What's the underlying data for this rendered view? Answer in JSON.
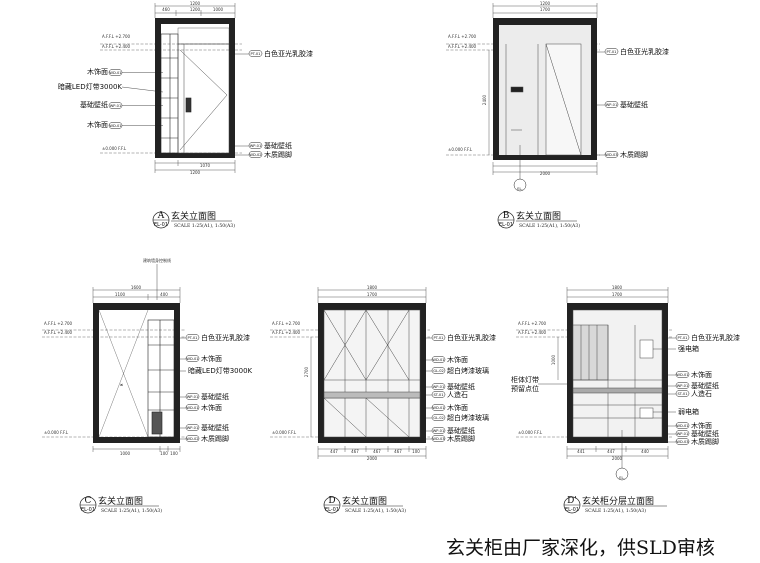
{
  "drawings": [
    {
      "id": "A",
      "letter": "A",
      "sheet": "EL-01",
      "title": "玄关立面图",
      "scale": "SCALE 1:25(A1), 1:50(A3)",
      "top_dims": [
        "1200",
        "1200",
        "460",
        "1000"
      ],
      "bottom_dims": [
        "1070",
        "1200"
      ],
      "levels": [
        "A.F.F.L +2.700",
        "A.F.F.L +2.400",
        "±0.000 F.F.L"
      ],
      "callouts": [
        {
          "tag": "PT-01",
          "text": "白色亚光乳胶漆"
        },
        {
          "tag": "WD-01",
          "text": "木饰面"
        },
        {
          "tag": "",
          "text": "暗藏LED灯带3000K"
        },
        {
          "tag": "WP-01",
          "text": "基础壁纸"
        },
        {
          "tag": "WD-01",
          "text": "木饰面"
        },
        {
          "tag": "WP-01",
          "text": "基础壁纸"
        },
        {
          "tag": "WD-02",
          "text": "木质踢脚"
        }
      ]
    },
    {
      "id": "B",
      "letter": "B",
      "sheet": "EL-01",
      "title": "玄关立面图",
      "scale": "SCALE 1:25(A1), 1:50(A3)",
      "top_dims": [
        "1200",
        "1700"
      ],
      "bottom_dims": [
        "2000"
      ],
      "side_dim": "2400",
      "levels": [
        "A.F.F.L +2.700",
        "A.F.F.L +2.400",
        "±0.000 F.F.L"
      ],
      "section_mark": "EL-",
      "callouts": [
        {
          "tag": "PT-01",
          "text": "白色亚光乳胶漆"
        },
        {
          "tag": "WP-01",
          "text": "基础壁纸"
        },
        {
          "tag": "WD-03",
          "text": "木质踢脚"
        }
      ]
    },
    {
      "id": "C",
      "letter": "C",
      "sheet": "EL-01",
      "title": "玄关立面图",
      "scale": "SCALE 1:25(A1), 1:50(A3)",
      "top_note": "建筑墙身控制线",
      "top_dims": [
        "1600",
        "1100",
        "400"
      ],
      "bottom_dims": [
        "1000",
        "100",
        "100"
      ],
      "levels": [
        "A.F.F.L +2.700",
        "A.F.F.L +2.400",
        "±0.000 F.F.L"
      ],
      "callouts": [
        {
          "tag": "PT-01",
          "text": "白色亚光乳胶漆"
        },
        {
          "tag": "WD-01",
          "text": "木饰面"
        },
        {
          "tag": "",
          "text": "暗藏LED灯带3000K"
        },
        {
          "tag": "WP-01",
          "text": "基础壁纸"
        },
        {
          "tag": "WD-01",
          "text": "木饰面"
        },
        {
          "tag": "WP-01",
          "text": "基础壁纸"
        },
        {
          "tag": "WD-02",
          "text": "木质踢脚"
        }
      ]
    },
    {
      "id": "D",
      "letter": "D",
      "sheet": "EL-01",
      "title": "玄关立面图",
      "scale": "SCALE 1:25(A1), 1:50(A3)",
      "top_dims": [
        "1800",
        "1700"
      ],
      "bottom_dims": [
        "447",
        "467",
        "467",
        "467",
        "100"
      ],
      "bottom_total": "2000",
      "side_dim": "2700",
      "levels": [
        "A.F.F.L +2.700",
        "A.F.F.L +2.400",
        "±0.000 F.F.L"
      ],
      "callouts": [
        {
          "tag": "PT-01",
          "text": "白色亚光乳胶漆"
        },
        {
          "tag": "WD-01",
          "text": "木饰面"
        },
        {
          "tag": "GL-02",
          "text": "超白烤漆玻璃"
        },
        {
          "tag": "WP-01",
          "text": "基础壁纸"
        },
        {
          "tag": "ST-01",
          "text": "人造石"
        },
        {
          "tag": "WD-01",
          "text": "木饰面"
        },
        {
          "tag": "GL-02",
          "text": "超白烤漆玻璃"
        },
        {
          "tag": "WP-01",
          "text": "基础壁纸"
        },
        {
          "tag": "WD-03",
          "text": "木质踢脚"
        }
      ]
    },
    {
      "id": "D-prime",
      "letter": "D'",
      "sheet": "EL-01",
      "title": "玄关柜分层立面图",
      "scale": "SCALE 1:25(A1), 1:50(A3)",
      "top_dims": [
        "1800",
        "1700"
      ],
      "bottom_dims": [
        "441",
        "447",
        "440"
      ],
      "bottom_total": "2000",
      "side_dim": "1000",
      "left_notes": [
        "柜体灯带",
        "预留点位"
      ],
      "section_mark": "EL-",
      "levels": [
        "A.F.F.L +2.700",
        "A.F.F.L +2.400",
        "±0.000 F.F.L"
      ],
      "callouts": [
        {
          "tag": "PT-01",
          "text": "白色亚光乳胶漆"
        },
        {
          "tag": "",
          "text": "强电箱"
        },
        {
          "tag": "WD-01",
          "text": "木饰面"
        },
        {
          "tag": "WP-01",
          "text": "基础壁纸"
        },
        {
          "tag": "ST-01",
          "text": "人造石"
        },
        {
          "tag": "",
          "text": "弱电箱"
        },
        {
          "tag": "WD-01",
          "text": "木饰面"
        },
        {
          "tag": "WP-01",
          "text": "基础壁纸"
        },
        {
          "tag": "WD-03",
          "text": "木质踢脚"
        }
      ]
    }
  ],
  "bottom_note": "玄关柜由厂家深化，供SLD审核"
}
